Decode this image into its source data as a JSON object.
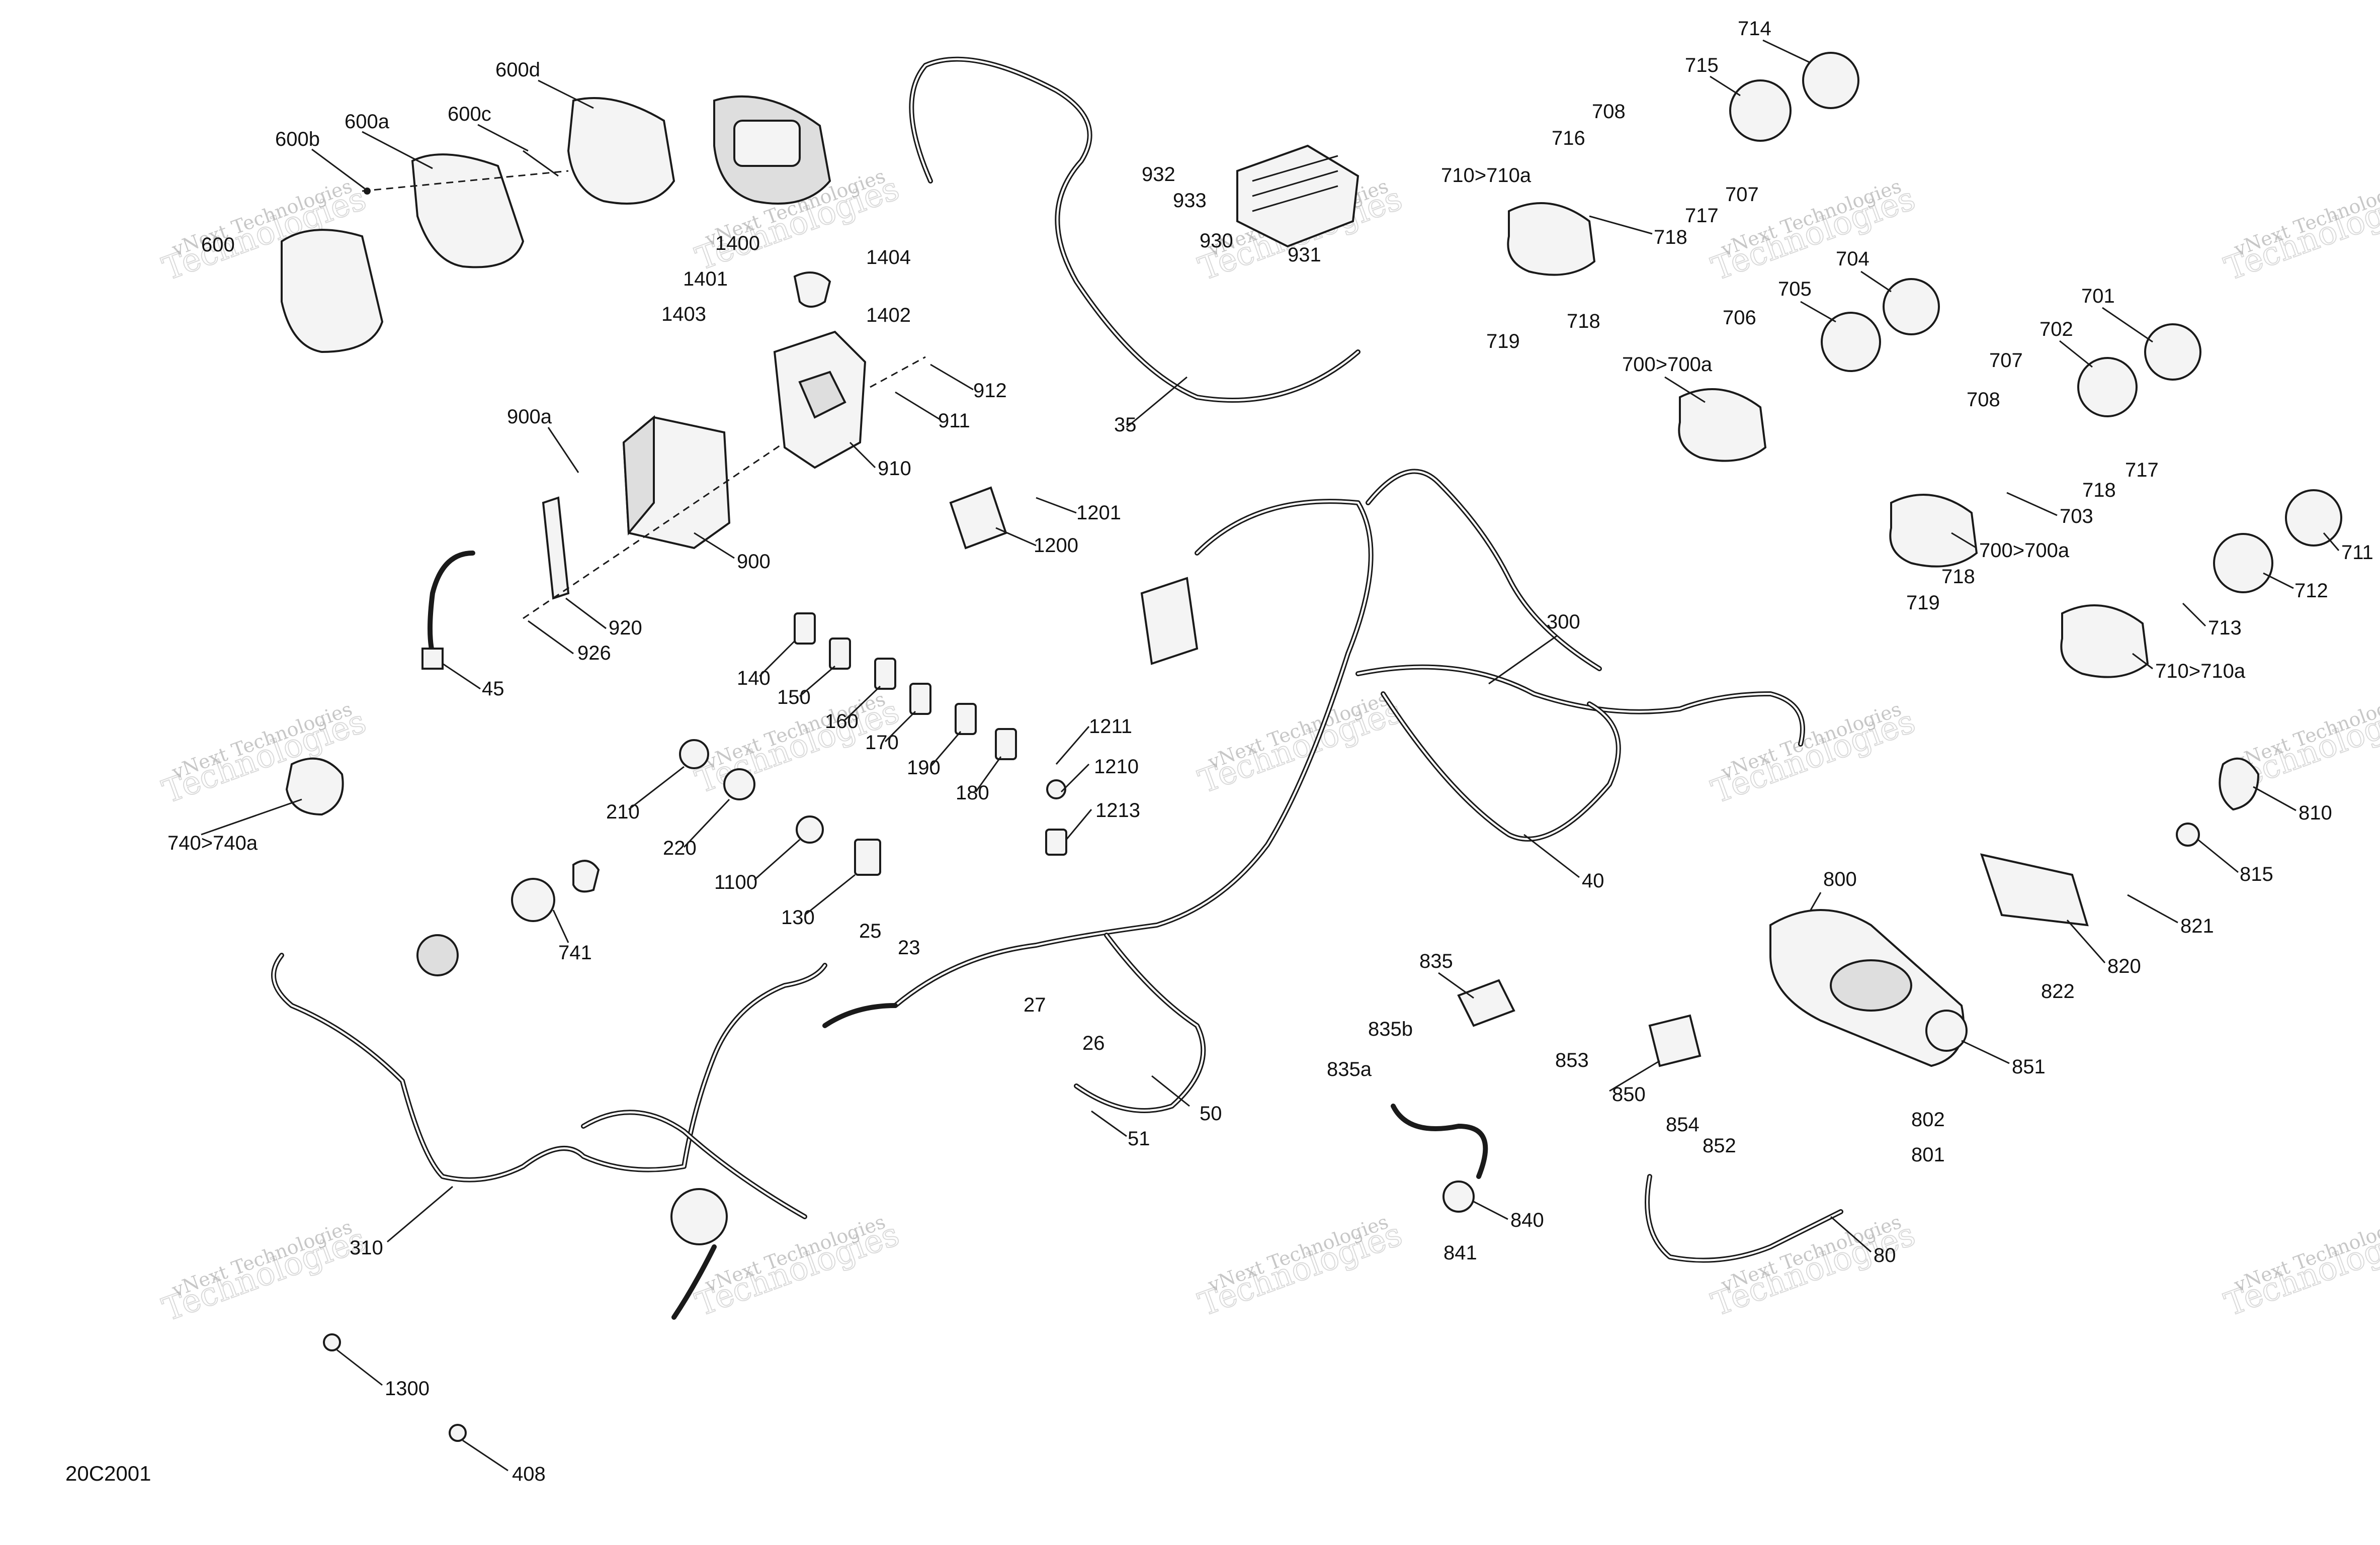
{
  "diagram": {
    "code": "20C2001",
    "watermark": {
      "line1": "vNext Technologies",
      "line2": "Technologies"
    },
    "labels": {
      "l600": "600",
      "l600a": "600a",
      "l600b": "600b",
      "l600c": "600c",
      "l600d": "600d",
      "l1400": "1400",
      "l1401": "1401",
      "l1402": "1402",
      "l1403": "1403",
      "l1404": "1404",
      "l900": "900",
      "l900a": "900a",
      "l910": "910",
      "l911": "911",
      "l912": "912",
      "l920": "920",
      "l926": "926",
      "l45": "45",
      "l35": "35",
      "l930": "930",
      "l931": "931",
      "l932": "932",
      "l933": "933",
      "l1200": "1200",
      "l1201": "1201",
      "l140": "140",
      "l150": "150",
      "l160": "160",
      "l170": "170",
      "l180": "180",
      "l190": "190",
      "l210": "210",
      "l220": "220",
      "l1100": "1100",
      "l130": "130",
      "l25": "25",
      "l23": "23",
      "l1210": "1210",
      "l1211": "1211",
      "l1213": "1213",
      "l740": "740>740a",
      "l741": "741",
      "l310": "310",
      "l1300": "1300",
      "l408": "408",
      "l27": "27",
      "l26": "26",
      "l50": "50",
      "l51": "51",
      "l300": "300",
      "l40": "40",
      "l835": "835",
      "l835a": "835a",
      "l835b": "835b",
      "l840": "840",
      "l841": "841",
      "l853": "853",
      "l850": "850",
      "l854": "854",
      "l852": "852",
      "l800": "800",
      "l802": "802",
      "l801": "801",
      "l851": "851",
      "l820": "820",
      "l821": "821",
      "l822": "822",
      "l810": "810",
      "l815": "815",
      "l80": "80",
      "l714": "714",
      "l715": "715",
      "l708a": "708",
      "l716": "716",
      "l707a": "707",
      "l717a": "717",
      "l718a": "718",
      "l710a": "710>710a",
      "l718b": "718",
      "l719a": "719",
      "l704": "704",
      "l705": "705",
      "l706": "706",
      "l700a": "700>700a",
      "l701": "701",
      "l702": "702",
      "l707b": "707",
      "l708b": "708",
      "l717b": "717",
      "l718c": "718",
      "l703": "703",
      "l700b": "700>700a",
      "l718d": "718",
      "l719b": "719",
      "l711": "711",
      "l712": "712",
      "l713": "713",
      "l710b": "710>710a"
    }
  }
}
